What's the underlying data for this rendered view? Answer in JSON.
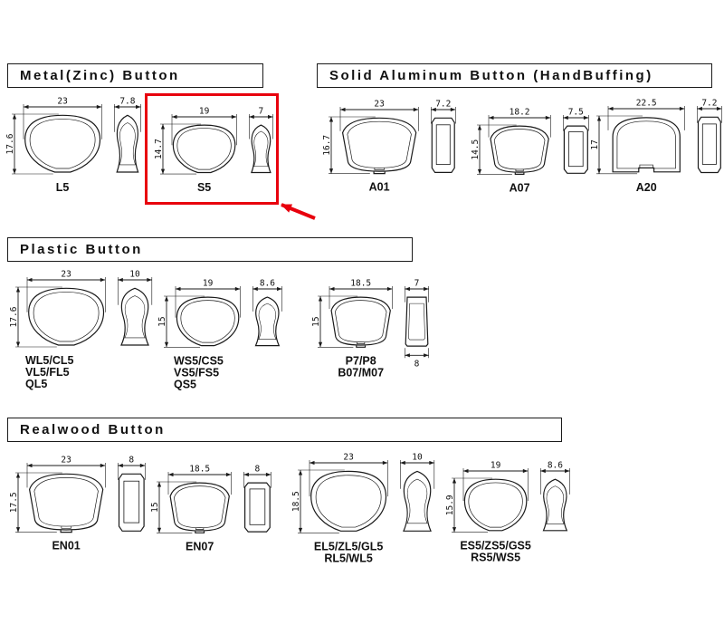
{
  "page": {
    "background": "#ffffff",
    "line_color": "#1a1a1a"
  },
  "highlight": {
    "color": "#e8000d",
    "target": "S5",
    "box": "around S5 figure",
    "arrow": "points to S5 box from lower right"
  },
  "sections": [
    {
      "id": "metal-zinc",
      "title": "Metal(Zinc) Button",
      "figures": [
        {
          "label_lines": [
            "L5"
          ],
          "highlighted": false,
          "front": {
            "width_mm": "23",
            "height_mm": "17.6",
            "shape": "tulip"
          },
          "side": {
            "width_mm": "7.8",
            "shape": "blade"
          }
        },
        {
          "label_lines": [
            "S5"
          ],
          "highlighted": true,
          "front": {
            "width_mm": "19",
            "height_mm": "14.7",
            "shape": "tulip"
          },
          "side": {
            "width_mm": "7",
            "shape": "blade"
          }
        }
      ]
    },
    {
      "id": "solid-aluminum",
      "title": "Solid Aluminum Button (HandBuffing)",
      "figures": [
        {
          "label_lines": [
            "A01"
          ],
          "highlighted": false,
          "front": {
            "width_mm": "23",
            "height_mm": "16.7",
            "shape": "hex"
          },
          "side": {
            "width_mm": "7.2",
            "shape": "rect"
          }
        },
        {
          "label_lines": [
            "A07"
          ],
          "highlighted": false,
          "front": {
            "width_mm": "18.2",
            "height_mm": "14.5",
            "shape": "hex"
          },
          "side": {
            "width_mm": "7.5",
            "shape": "rect"
          }
        },
        {
          "label_lines": [
            "A20"
          ],
          "highlighted": false,
          "front": {
            "width_mm": "22.5",
            "height_mm": "17",
            "shape": "dshape"
          },
          "side": {
            "width_mm": "7.2",
            "shape": "rect"
          }
        }
      ]
    },
    {
      "id": "plastic",
      "title": "Plastic Button",
      "figures": [
        {
          "label_lines": [
            "WL5/CL5",
            "VL5/FL5",
            "QL5"
          ],
          "highlighted": false,
          "front": {
            "width_mm": "23",
            "height_mm": "17.6",
            "shape": "tulip"
          },
          "side": {
            "width_mm": "10",
            "shape": "blade"
          }
        },
        {
          "label_lines": [
            "WS5/CS5",
            "VS5/FS5",
            "QS5"
          ],
          "highlighted": false,
          "front": {
            "width_mm": "19",
            "height_mm": "15",
            "shape": "tulip"
          },
          "side": {
            "width_mm": "8.6",
            "shape": "blade"
          }
        },
        {
          "label_lines": [
            "P7/P8",
            "B07/M07"
          ],
          "highlighted": false,
          "front": {
            "width_mm": "18.5",
            "height_mm": "15",
            "shape": "hex"
          },
          "side": {
            "width_mm": "7",
            "bottom_mm": "8",
            "shape": "trapez"
          }
        }
      ]
    },
    {
      "id": "realwood",
      "title": "Realwood Button",
      "figures": [
        {
          "label_lines": [
            "EN01"
          ],
          "highlighted": false,
          "front": {
            "width_mm": "23",
            "height_mm": "17.5",
            "shape": "hex"
          },
          "side": {
            "width_mm": "8",
            "shape": "rect"
          }
        },
        {
          "label_lines": [
            "EN07"
          ],
          "highlighted": false,
          "front": {
            "width_mm": "18.5",
            "height_mm": "15",
            "shape": "hex"
          },
          "side": {
            "width_mm": "8",
            "shape": "rect"
          }
        },
        {
          "label_lines": [
            "EL5/ZL5/GL5",
            "RL5/WL5"
          ],
          "highlighted": false,
          "front": {
            "width_mm": "23",
            "height_mm": "18.5",
            "shape": "tulip"
          },
          "side": {
            "width_mm": "10",
            "shape": "blade"
          }
        },
        {
          "label_lines": [
            "ES5/ZS5/GS5",
            "RS5/WS5"
          ],
          "highlighted": false,
          "front": {
            "width_mm": "19",
            "height_mm": "15.9",
            "shape": "tulip"
          },
          "side": {
            "width_mm": "8.6",
            "shape": "blade"
          }
        }
      ]
    }
  ]
}
